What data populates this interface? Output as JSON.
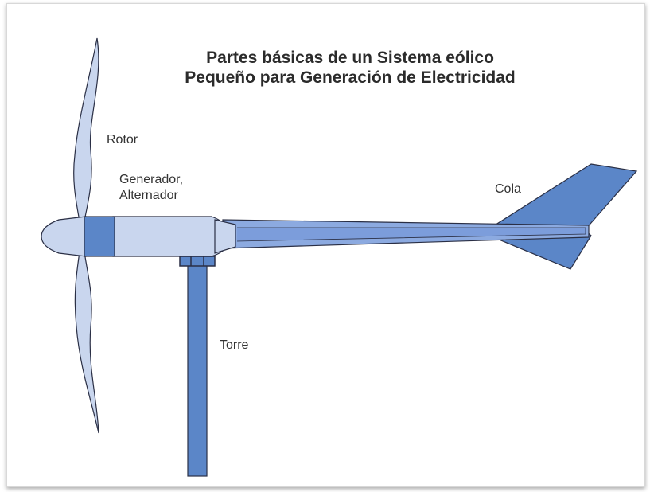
{
  "title": {
    "line1": "Partes básicas de un Sistema eólico",
    "line2": "Pequeño para Generación de Electricidad"
  },
  "labels": {
    "rotor": "Rotor",
    "generator_line1": "Generador,",
    "generator_line2": "Alternador",
    "tail": "Cola",
    "tower": "Torre"
  },
  "colors": {
    "dark_blue": "#5b86c8",
    "light_blue": "#c9d6ee",
    "mid_blue": "#8caae0",
    "outline": "#2a2f45"
  }
}
